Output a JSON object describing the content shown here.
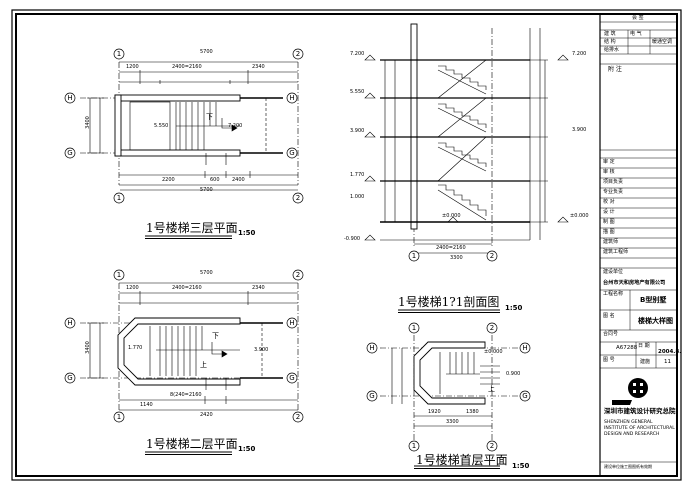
{
  "plan_third": {
    "title": "1号楼梯三层平面",
    "scale": "1:50",
    "dims": {
      "overall": "5700",
      "seg1": "1200",
      "seg2": "2400=2160",
      "seg3": "2340",
      "b1": "2200",
      "b2": "600",
      "b3": "2400",
      "b4": "5700",
      "left": "3400",
      "lvl1": "5.550",
      "lvl2": "7.200"
    },
    "down": "下",
    "axes": {
      "a1": "1",
      "a2": "2",
      "a3": "1",
      "a4": "2",
      "h1": "H",
      "h2": "H",
      "g1": "G",
      "g2": "G"
    }
  },
  "plan_second": {
    "title": "1号楼梯二层平面",
    "scale": "1:50",
    "dims": {
      "overall": "5700",
      "seg1": "1200",
      "seg2": "2400=2160",
      "seg3": "2340",
      "b1": "1140",
      "b2": "2420",
      "b3": "8(240=2160",
      "left": "3400",
      "lvl1": "1.770",
      "lvl2": "3.900"
    },
    "down": "下",
    "up": "上",
    "axes": {
      "a1": "1",
      "a2": "2",
      "a3": "1",
      "a4": "2",
      "h1": "H",
      "h2": "H",
      "g1": "G",
      "g2": "G"
    }
  },
  "section": {
    "title": "1号楼梯1?1剖面图",
    "scale": "1:50",
    "levels_left": [
      "7.200",
      "5.550",
      "3.900",
      "1.770",
      "1.000",
      "-0.900"
    ],
    "levels_right": [
      "7.200",
      "3.900",
      "±0.000"
    ],
    "mid_level": "±0.000",
    "dims_bottom": {
      "d1": "2400=2160",
      "d2": "3300"
    },
    "axes": {
      "a1": "1",
      "a2": "2"
    }
  },
  "plan_ground": {
    "title": "1号楼梯首层平面",
    "scale": "1:50",
    "lvl1": "±0.000",
    "lvl2": "0.900",
    "up": "上",
    "dims": {
      "d1": "1920",
      "d2": "1380",
      "d3": "3300"
    },
    "axes": {
      "a1": "1",
      "a2": "2",
      "a3": "1",
      "a4": "2",
      "h1": "H",
      "h2": "H",
      "g1": "G",
      "g2": "G"
    }
  },
  "titleblock": {
    "r_head": "会 签",
    "r1a": "建 筑",
    "r1b": "电 气",
    "r2a": "结 构",
    "r2b": "暖通空调",
    "r3a": "给排水",
    "notes_label": "附 注",
    "roles": [
      "审 定",
      "审 核",
      "项目负责",
      "专业负责",
      "校 对",
      "设 计",
      "制 图",
      "描 图",
      "建筑师",
      "建筑工程师"
    ],
    "unit_label": "建设单位",
    "unit": "台州市天和房地产有限公司",
    "project_label": "工程名称",
    "project": "B型别墅",
    "drawing_label": "图 名",
    "drawing": "楼梯大样图",
    "contract_label": "合同号",
    "contract": "A67288",
    "date_label": "日 期",
    "date": "2004.8.",
    "sheet_label": "图 号",
    "sheet": "建施",
    "page": "11",
    "institute": "深圳市建筑设计研究总院",
    "institute_en": "SHENZHEN GENERAL INSTITUTE OF ARCHITECTURAL DESIGN AND RESEARCH",
    "footer": "建设单位施工图图纸有效期"
  }
}
